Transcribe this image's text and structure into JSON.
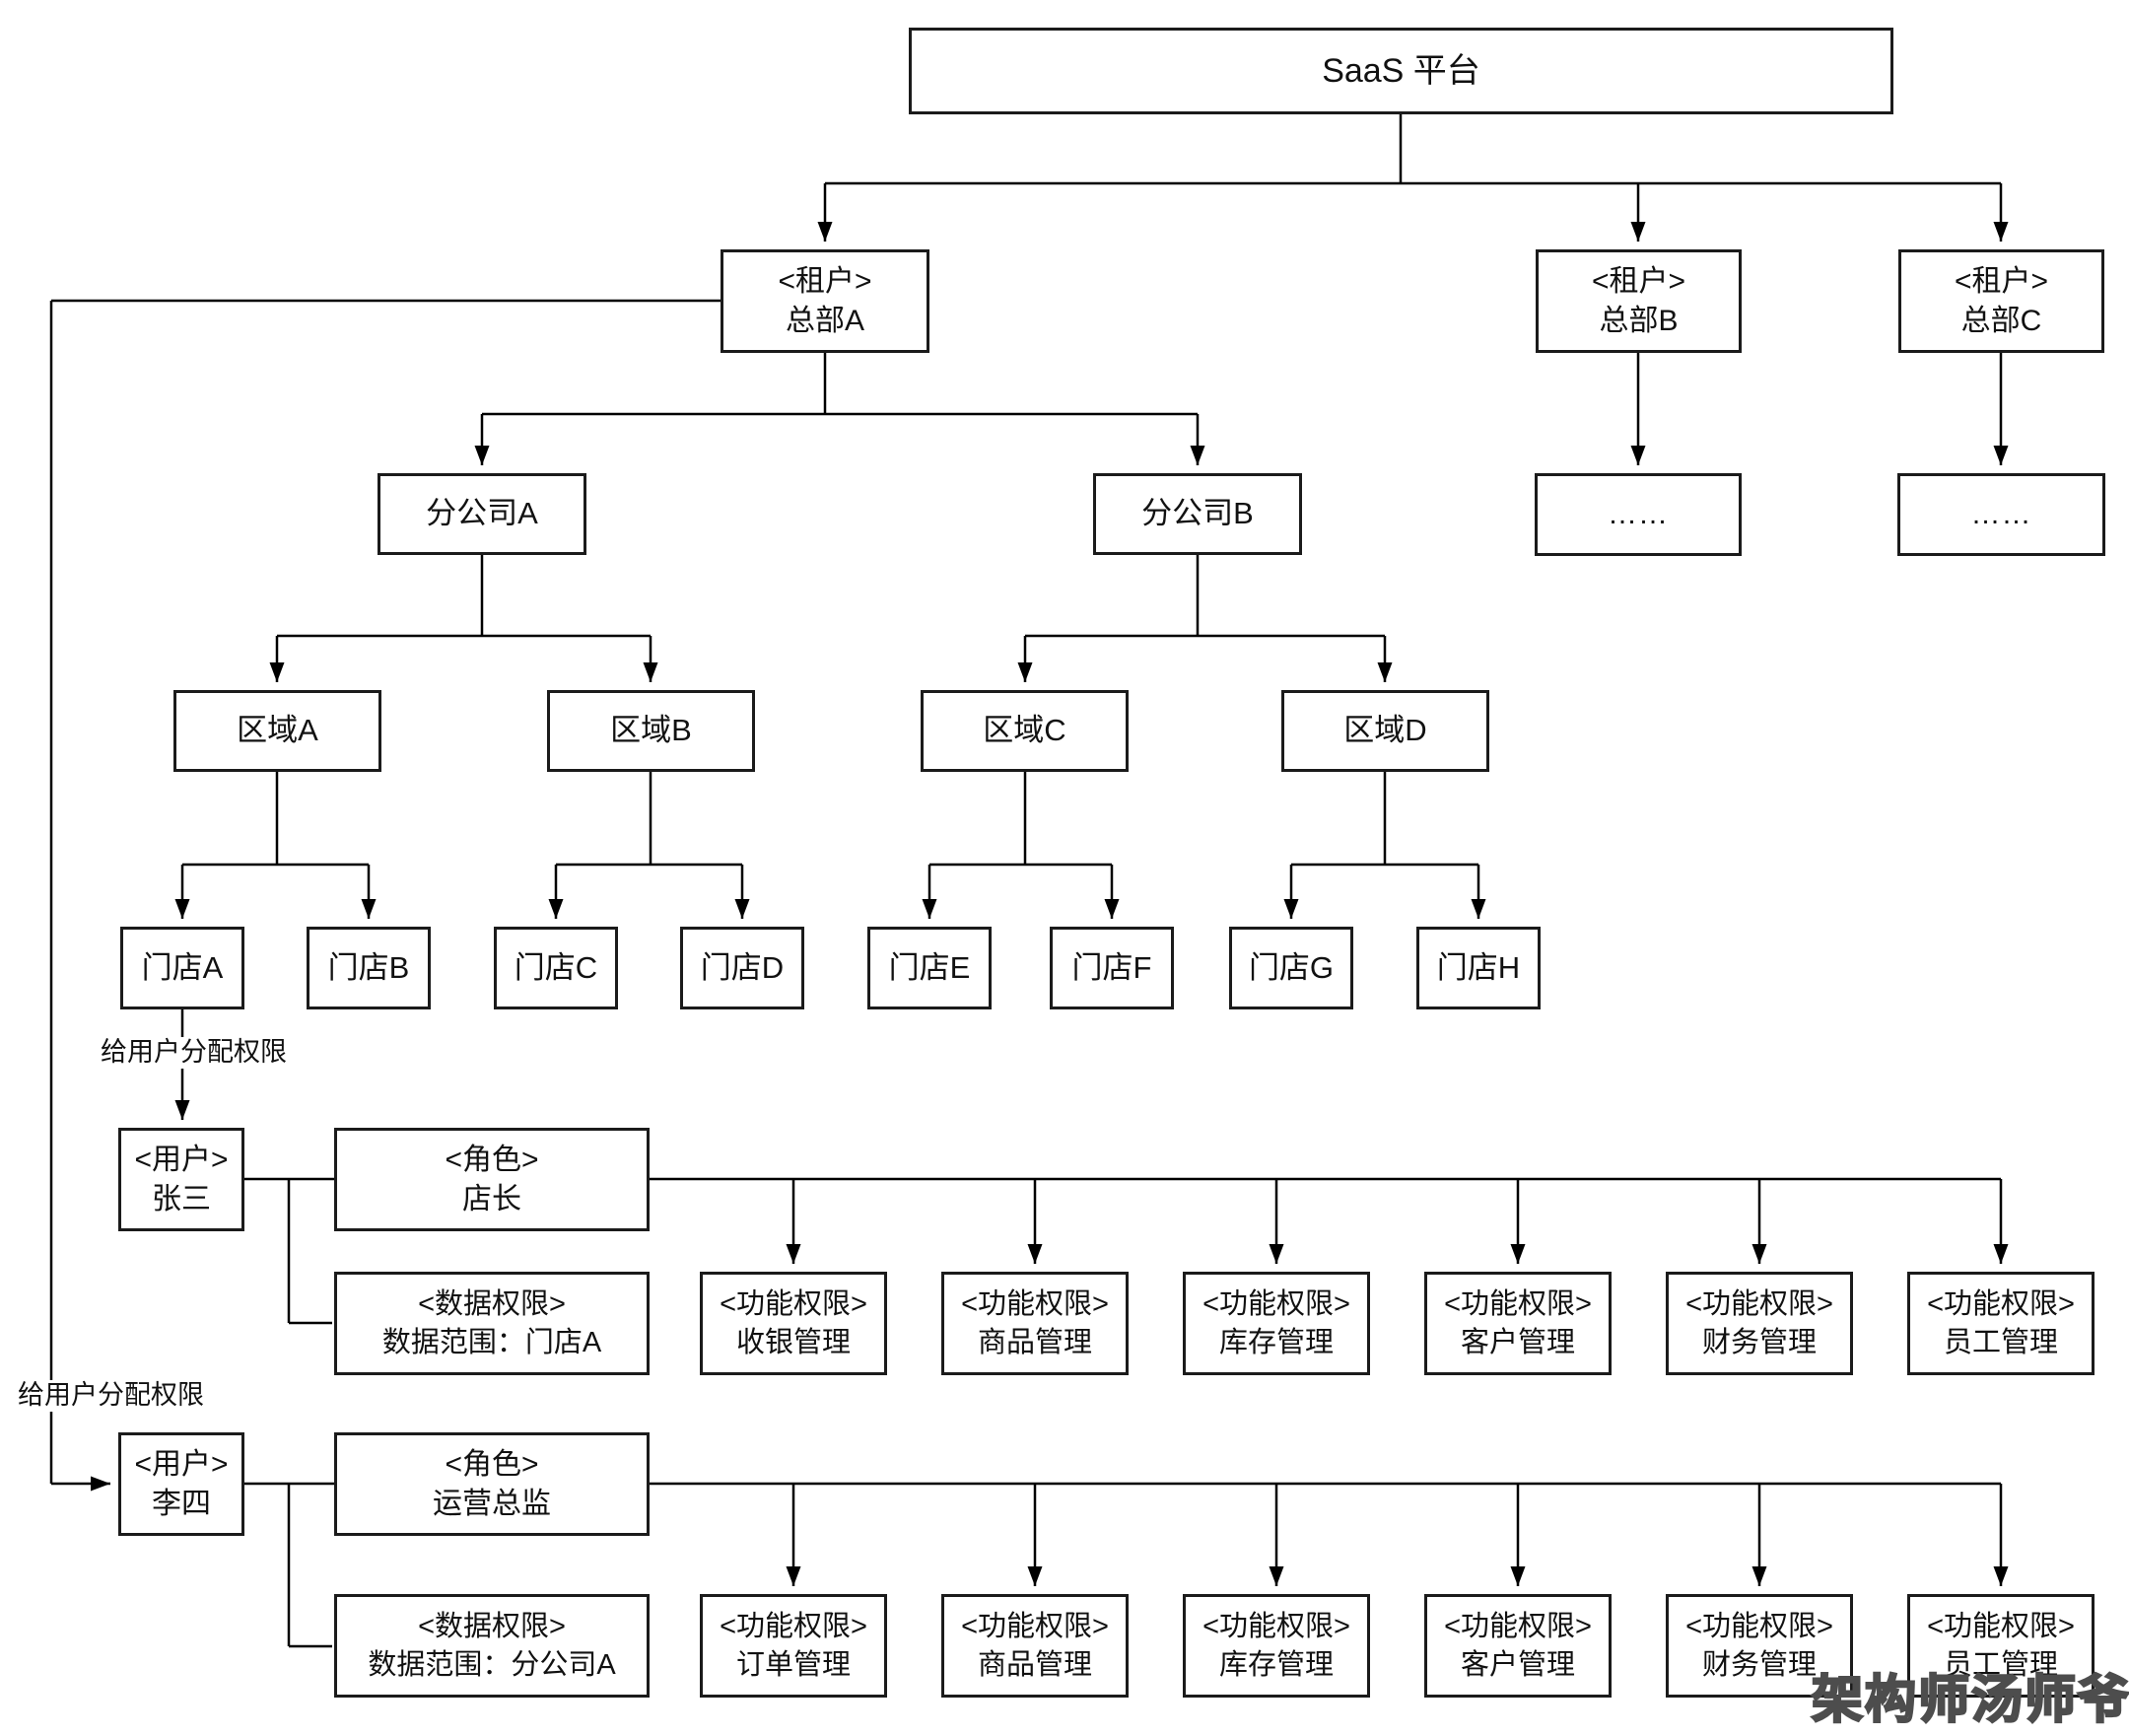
{
  "nodes": {
    "saas": "SaaS 平台",
    "tenant_a": {
      "tag": "<租户>",
      "name": "总部A"
    },
    "tenant_b": {
      "tag": "<租户>",
      "name": "总部B"
    },
    "tenant_c": {
      "tag": "<租户>",
      "name": "总部C"
    },
    "branch_a": "分公司A",
    "branch_b": "分公司B",
    "ellipsis_b": "……",
    "ellipsis_c": "……",
    "region_a": "区域A",
    "region_b": "区域B",
    "region_c": "区域C",
    "region_d": "区域D",
    "store_a": "门店A",
    "store_b": "门店B",
    "store_c": "门店C",
    "store_d": "门店D",
    "store_e": "门店E",
    "store_f": "门店F",
    "store_g": "门店G",
    "store_h": "门店H",
    "user1": {
      "tag": "<用户>",
      "name": "张三"
    },
    "role1": {
      "tag": "<角色>",
      "name": "店长"
    },
    "data1": {
      "tag": "<数据权限>",
      "name": "数据范围：门店A"
    },
    "func1": [
      {
        "tag": "<功能权限>",
        "name": "收银管理"
      },
      {
        "tag": "<功能权限>",
        "name": "商品管理"
      },
      {
        "tag": "<功能权限>",
        "name": "库存管理"
      },
      {
        "tag": "<功能权限>",
        "name": "客户管理"
      },
      {
        "tag": "<功能权限>",
        "name": "财务管理"
      },
      {
        "tag": "<功能权限>",
        "name": "员工管理"
      }
    ],
    "user2": {
      "tag": "<用户>",
      "name": "李四"
    },
    "role2": {
      "tag": "<角色>",
      "name": "运营总监"
    },
    "data2": {
      "tag": "<数据权限>",
      "name": "数据范围：分公司A"
    },
    "func2": [
      {
        "tag": "<功能权限>",
        "name": "订单管理"
      },
      {
        "tag": "<功能权限>",
        "name": "商品管理"
      },
      {
        "tag": "<功能权限>",
        "name": "库存管理"
      },
      {
        "tag": "<功能权限>",
        "name": "客户管理"
      },
      {
        "tag": "<功能权限>",
        "name": "财务管理"
      },
      {
        "tag": "<功能权限>",
        "name": "员工管理"
      }
    ]
  },
  "labels": {
    "assign_user1": "给用户分配权限",
    "assign_user2": "给用户分配权限"
  },
  "watermark": "架构师汤师爷",
  "colors": {
    "line": "#000000",
    "box_border": "#1b1b1b",
    "background": "#ffffff",
    "watermark_outline": "#4d4d4d"
  }
}
